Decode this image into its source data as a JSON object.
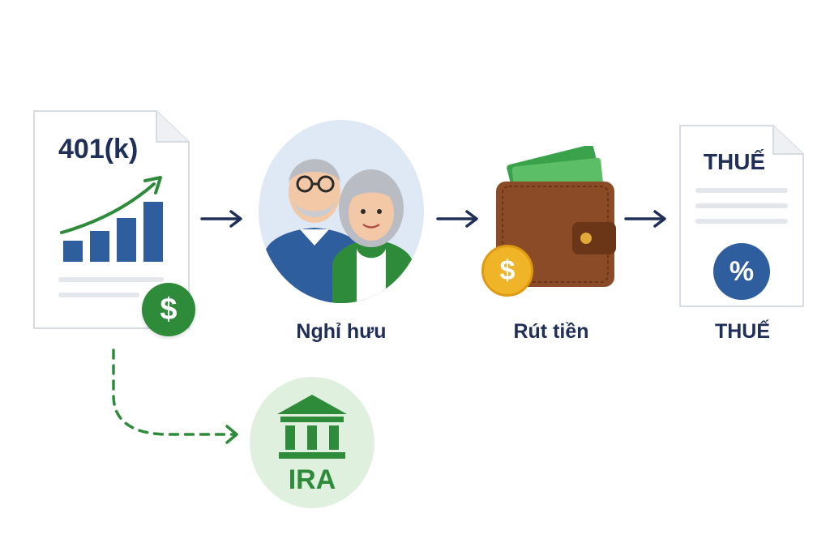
{
  "doc401k": {
    "title": "401(k)",
    "coin_symbol": "$"
  },
  "retire": {
    "label": "Nghỉ hưu"
  },
  "withdraw": {
    "label": "Rút tiền",
    "coin_symbol": "$"
  },
  "tax": {
    "doc_title": "THUẾ",
    "badge_symbol": "%",
    "label": "THUẾ"
  },
  "ira": {
    "label": "IRA"
  },
  "colors": {
    "navy": "#1f2f57",
    "blue": "#2e5e9e",
    "green": "#2e8b3a",
    "light_green": "#dff0de",
    "gold": "#f0b429",
    "wallet_brown": "#8a4b26"
  },
  "icons": [
    "chart-icon",
    "dollar-coin-icon",
    "retired-couple-icon",
    "wallet-icon",
    "tax-document-icon",
    "percent-icon",
    "bank-building-icon",
    "arrow-right-icon",
    "dashed-arrow-icon"
  ]
}
